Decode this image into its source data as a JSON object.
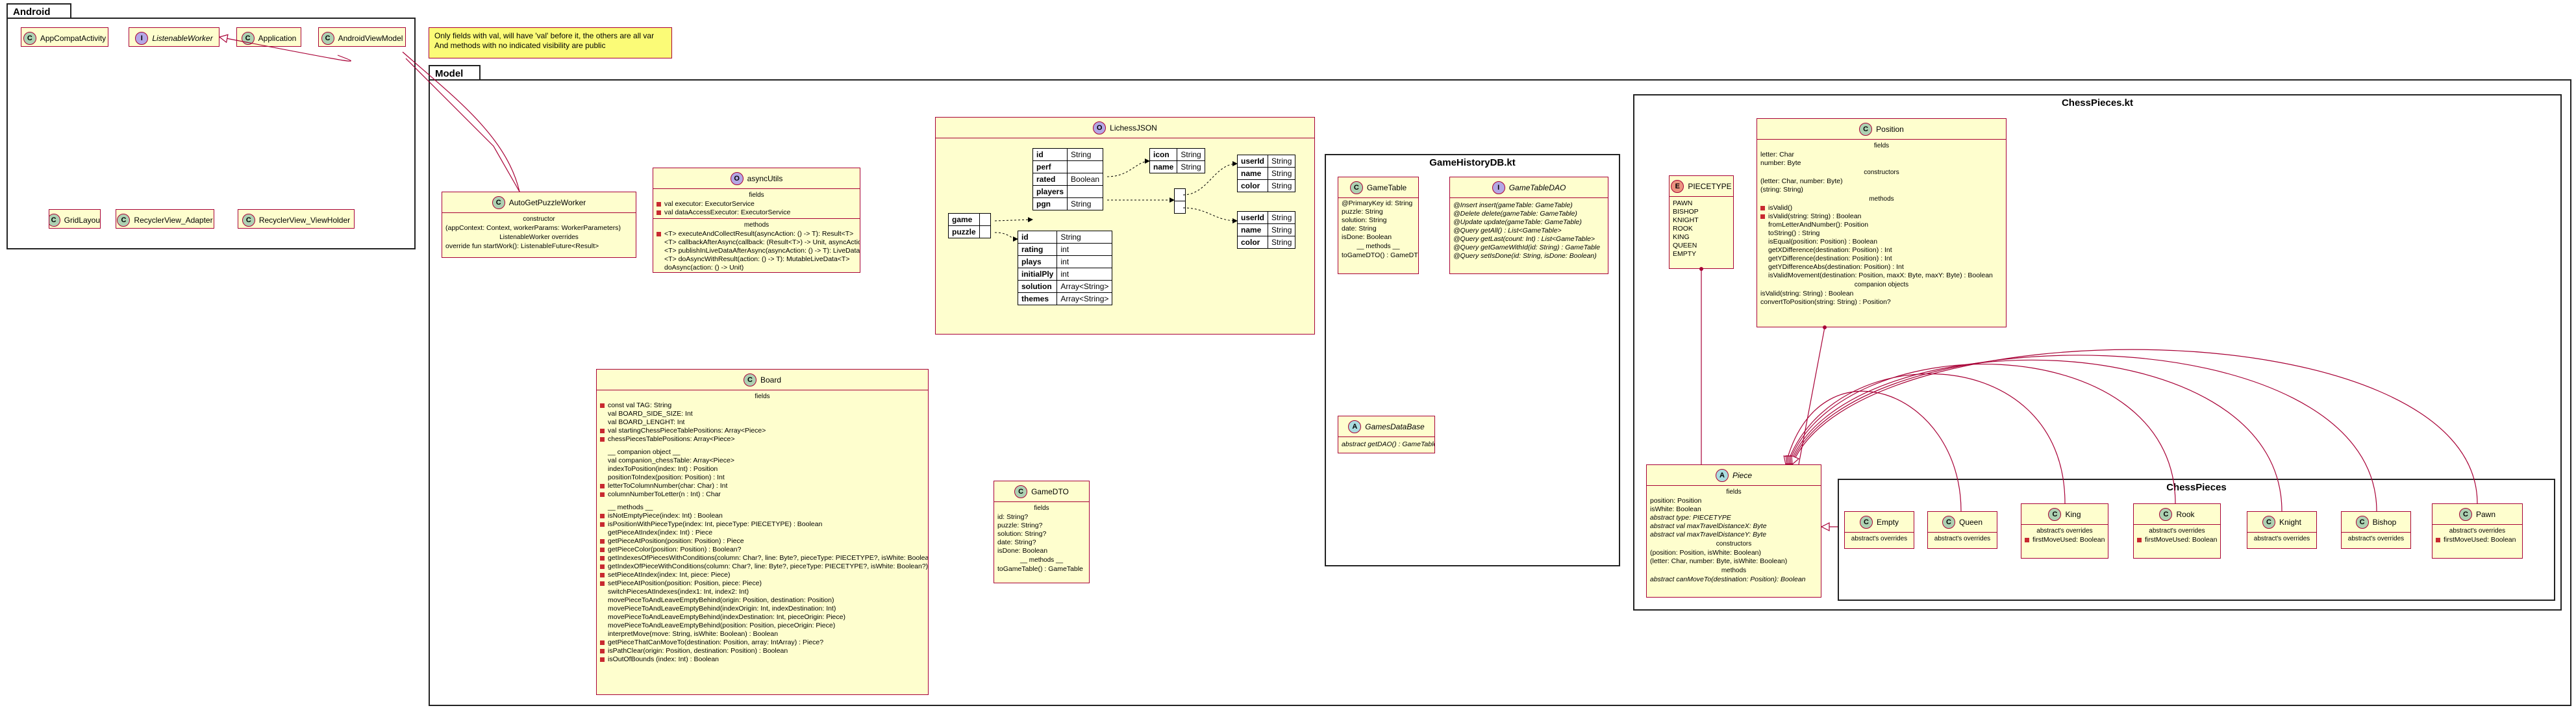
{
  "packages": {
    "android": "Android",
    "model": "Model",
    "chesspieces_kt": "ChessPieces.kt",
    "chesspieces": "ChessPieces",
    "gamehistory": "GameHistoryDB.kt"
  },
  "note": {
    "line1": "Only fields with val, will have 'val' before it, the others are all var",
    "line2": "And methods with no indicated visibility are public"
  },
  "android": {
    "appcompat": "AppCompatActivity",
    "listenable": "ListenableWorker",
    "application": "Application",
    "androidviewmodel": "AndroidViewModel",
    "gridlayout": "GridLayout",
    "recycler_adapter": "RecyclerView_Adapter",
    "recycler_viewholder": "RecyclerView_ViewHolder"
  },
  "autogetpuzzle": {
    "name": "AutoGetPuzzleWorker",
    "constructor_title": "constructor",
    "constructor": "(appContext: Context, workerParams: WorkerParameters)",
    "overrides_title": "ListenableWorker overrides",
    "override": "override fun startWork(): ListenableFuture<Result>"
  },
  "asyncutils": {
    "name": "asyncUtils",
    "fields_title": "fields",
    "fields": [
      "val executor: ExecutorService",
      "val dataAccessExecutor: ExecutorService"
    ],
    "methods_title": "methods",
    "methods": [
      "<T> executeAndCollectResult(asyncAction: () -> T): Result<T>",
      "<T> callbackAfterAsync(callback: (Result<T>) -> Unit, asyncAction: () -> T)",
      "<T> publishInLiveDataAfterAsync(asyncAction: () -> T): LiveData<Result<T>>",
      "<T> doAsyncWithResult(action: () -> T): MutableLiveData<T>",
      "doAsync(action: () -> Unit)"
    ]
  },
  "lichess": {
    "name": "LichessJSON",
    "game_key": "game",
    "puzzle_key": "puzzle",
    "game_rows": [
      {
        "k": "id",
        "v": "String"
      },
      {
        "k": "perf",
        "v": ""
      },
      {
        "k": "rated",
        "v": "Boolean"
      },
      {
        "k": "players",
        "v": ""
      },
      {
        "k": "pgn",
        "v": "String"
      }
    ],
    "perf_rows": [
      {
        "k": "icon",
        "v": "String"
      },
      {
        "k": "name",
        "v": "String"
      }
    ],
    "player1_rows": [
      {
        "k": "userId",
        "v": "String"
      },
      {
        "k": "name",
        "v": "String"
      },
      {
        "k": "color",
        "v": "String"
      }
    ],
    "player2_rows": [
      {
        "k": "userId",
        "v": "String"
      },
      {
        "k": "name",
        "v": "String"
      },
      {
        "k": "color",
        "v": "String"
      }
    ],
    "puzzle_rows": [
      {
        "k": "id",
        "v": "String"
      },
      {
        "k": "rating",
        "v": "int"
      },
      {
        "k": "plays",
        "v": "int"
      },
      {
        "k": "initialPly",
        "v": "int"
      },
      {
        "k": "solution",
        "v": "Array<String>"
      },
      {
        "k": "themes",
        "v": "Array<String>"
      }
    ]
  },
  "board": {
    "name": "Board",
    "fields_title": "fields",
    "fields": [
      {
        "v": "priv",
        "t": "const val TAG: String"
      },
      {
        "v": "none",
        "t": "val BOARD_SIDE_SIZE: Int"
      },
      {
        "v": "none",
        "t": "val BOARD_LENGHT: Int"
      },
      {
        "v": "priv",
        "t": "val startingChessPieceTablePositions: Array<Piece>"
      },
      {
        "v": "priv",
        "t": "chessPiecesTablePositions: Array<Piece>"
      },
      {
        "v": "none",
        "t": ""
      },
      {
        "v": "none",
        "t": "__ companion object __"
      },
      {
        "v": "none",
        "t": "val companion_chessTable: Array<Piece>"
      },
      {
        "v": "none",
        "t": "indexToPosition(index: Int) : Position"
      },
      {
        "v": "none",
        "t": "positionToIndex(position: Position) : Int"
      },
      {
        "v": "priv",
        "t": "letterToColumnNumber(char: Char) : Int"
      },
      {
        "v": "priv",
        "t": "columnNumberToLetter(n : Int) : Char"
      },
      {
        "v": "none",
        "t": ""
      },
      {
        "v": "none",
        "t": "__ methods __"
      },
      {
        "v": "priv",
        "t": "isNotEmptyPiece(index: Int) : Boolean"
      },
      {
        "v": "priv",
        "t": "isPositionWithPieceType(index: Int, pieceType: PIECETYPE) : Boolean"
      },
      {
        "v": "none",
        "t": "getPieceAtIndex(index: Int) : Piece"
      },
      {
        "v": "priv",
        "t": "getPieceAtPosition(position: Position) : Piece"
      },
      {
        "v": "priv",
        "t": "getPieceColor(position: Position) : Boolean?"
      },
      {
        "v": "priv",
        "t": "getIndexesOfPiecesWithConditions(column: Char?, line: Byte?, pieceType: PIECETYPE?, isWhite: Boolean?) : IntArray"
      },
      {
        "v": "priv",
        "t": "getIndexOfPieceWithConditions(column: Char?, line: Byte?, pieceType: PIECETYPE?, isWhite: Boolean?) : IntArray"
      },
      {
        "v": "priv",
        "t": "setPieceAtIndex(index: Int, piece: Piece)"
      },
      {
        "v": "priv",
        "t": "setPieceAtPosition(position: Position, piece: Piece)"
      },
      {
        "v": "none",
        "t": "switchPiecesAtIndexes(index1: Int, index2: Int)"
      },
      {
        "v": "none",
        "t": "movePieceToAndLeaveEmptyBehind(origin: Position, destination: Position)"
      },
      {
        "v": "none",
        "t": "movePieceToAndLeaveEmptyBehind(indexOrigin: Int, indexDestination: Int)"
      },
      {
        "v": "none",
        "t": "movePieceToAndLeaveEmptyBehind(indexDestination: Int, pieceOrigin: Piece)"
      },
      {
        "v": "none",
        "t": "movePieceToAndLeaveEmptyBehind(position: Position, pieceOrigin: Piece)"
      },
      {
        "v": "none",
        "t": "interpretMove(move: String, isWhite: Boolean) : Boolean"
      },
      {
        "v": "priv",
        "t": "getPieceThatCanMoveTo(destination: Position, array: IntArray) : Piece?"
      },
      {
        "v": "priv",
        "t": "isPathClear(origin: Position, destination: Position) : Boolean"
      },
      {
        "v": "priv",
        "t": "isOutOfBounds (index: Int) : Boolean"
      }
    ]
  },
  "gamedto": {
    "name": "GameDTO",
    "fields_title": "fields",
    "fields": [
      "id: String?",
      "puzzle: String?",
      "solution: String?",
      "date: String?",
      "isDone: Boolean"
    ],
    "methods_title": "__ methods __",
    "methods": [
      "toGameTable() : GameTable"
    ]
  },
  "gamehistory": {
    "gametable": {
      "name": "GameTable",
      "fields": [
        "@PrimaryKey id: String",
        "puzzle: String",
        "solution: String",
        "date: String",
        "isDone: Boolean"
      ],
      "methods_title": "__ methods __",
      "methods": [
        "toGameDTO() : GameDTO"
      ]
    },
    "gametabledao": {
      "name": "GameTableDAO",
      "methods": [
        "@Insert insert(gameTable: GameTable)",
        "@Delete delete(gameTable: GameTable)",
        "@Update update(gameTable: GameTable)",
        "@Query getAll() : List<GameTable>",
        "@Query getLast(count: Int) : List<GameTable>",
        "@Query getGameWithId(id: String) : GameTable",
        "@Query setIsDone(id: String, isDone: Boolean)"
      ]
    },
    "gamesdatabase": {
      "name": "GamesDataBase",
      "methods": [
        "abstract getDAO() : GameTableDAO"
      ]
    }
  },
  "piecetype": {
    "name": "PIECETYPE",
    "values": [
      "PAWN",
      "BISHOP",
      "KNIGHT",
      "ROOK",
      "KING",
      "QUEEN",
      "EMPTY"
    ]
  },
  "position": {
    "name": "Position",
    "fields_title": "fields",
    "fields": [
      "letter: Char",
      "number: Byte"
    ],
    "constructors_title": "constructors",
    "constructors": [
      "(letter: Char, number: Byte)",
      "(string: String)"
    ],
    "methods_title": "methods",
    "methods": [
      {
        "v": "priv",
        "t": "isValid()"
      },
      {
        "v": "priv",
        "t": "isValid(string: String) : Boolean"
      },
      {
        "v": "none",
        "t": "fromLetterAndNumber(): Position"
      },
      {
        "v": "none",
        "t": "toString() : String"
      },
      {
        "v": "none",
        "t": "isEqual(position: Position) : Boolean"
      },
      {
        "v": "none",
        "t": "getXDifference(destination: Position) : Int"
      },
      {
        "v": "none",
        "t": "getYDifference(destination: Position) : Int"
      },
      {
        "v": "none",
        "t": "getYDifferenceAbs(destination: Position) : Int"
      },
      {
        "v": "none",
        "t": "isValidMovement(destination: Position, maxX: Byte, maxY: Byte) : Boolean"
      }
    ],
    "companion_title": "companion objects",
    "companion": [
      "isValid(string: String) : Boolean",
      "convertToPosition(string: String) : Position?"
    ]
  },
  "piece": {
    "name": "Piece",
    "fields_title": "fields",
    "fields": [
      {
        "i": false,
        "t": "position: Position"
      },
      {
        "i": false,
        "t": "isWhite: Boolean"
      },
      {
        "i": true,
        "t": "abstract type: PIECETYPE"
      },
      {
        "i": true,
        "t": "abstract val maxTravelDistanceX: Byte"
      },
      {
        "i": true,
        "t": "abstract val maxTravelDistanceY: Byte"
      }
    ],
    "constructors_title": "constructors",
    "constructors": [
      "(position: Position, isWhite: Boolean)",
      "(letter: Char, number: Byte, isWhite: Boolean)"
    ],
    "methods_title": "methods",
    "methods": [
      "abstract canMoveTo(destination: Position): Boolean"
    ]
  },
  "subpieces": {
    "empty": {
      "name": "Empty",
      "sec": "abstract's overrides"
    },
    "queen": {
      "name": "Queen",
      "sec": "abstract's overrides"
    },
    "king": {
      "name": "King",
      "sec": "abstract's overrides",
      "field": "firstMoveUsed: Boolean"
    },
    "rook": {
      "name": "Rook",
      "sec": "abstract's overrides",
      "field": "firstMoveUsed: Boolean"
    },
    "knight": {
      "name": "Knight",
      "sec": "abstract's overrides"
    },
    "bishop": {
      "name": "Bishop",
      "sec": "abstract's overrides"
    },
    "pawn": {
      "name": "Pawn",
      "sec": "abstract's overrides",
      "field": "firstMoveUsed: Boolean"
    }
  },
  "badges": {
    "class": "C",
    "interface": "I",
    "enum": "E",
    "abstract": "A",
    "object": "O"
  },
  "colors": {
    "class_fill": "#fefece",
    "border": "#a80036",
    "note": "#fbfb77",
    "class_badge": "#add1b2",
    "interface_badge": "#b4a7e5",
    "enum_badge": "#eb937f",
    "abstract_badge": "#a9dcdf"
  }
}
